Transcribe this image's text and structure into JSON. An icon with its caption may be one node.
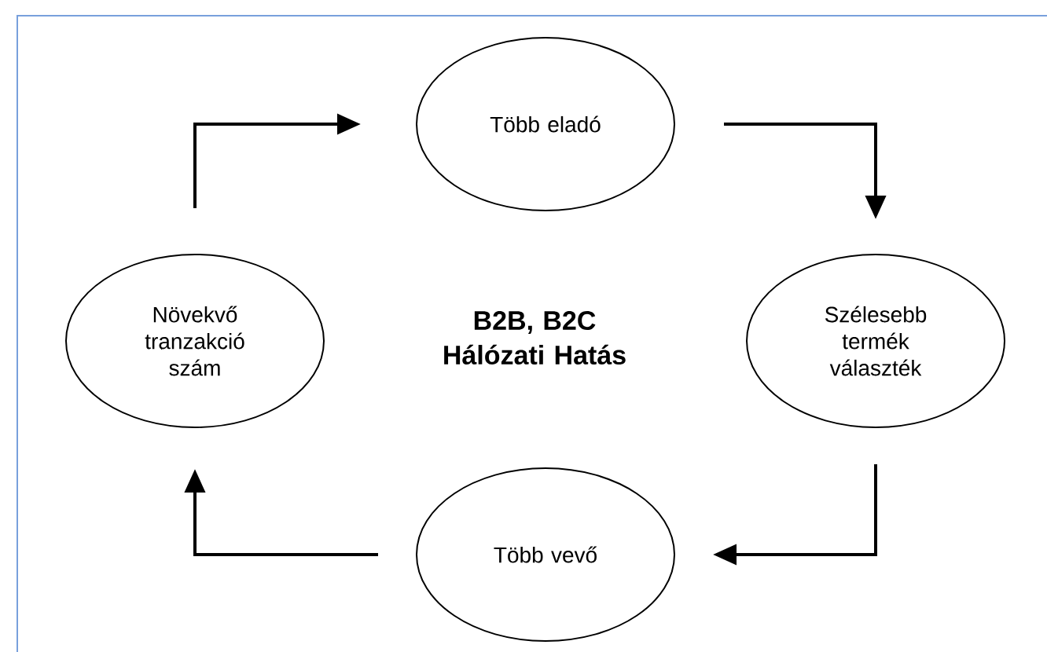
{
  "diagram": {
    "nodes": [
      {
        "text": [
          "Több eladó"
        ]
      },
      {
        "text": [
          "Szélesebb termék választék"
        ]
      },
      {
        "text": [
          "Több vevő"
        ]
      },
      {
        "text": [
          "Növekvő tranzakció szám"
        ]
      }
    ],
    "edges": [
      {
        "from": 0,
        "to": 1,
        "arrow": "to"
      },
      {
        "from": 1,
        "to": 2,
        "arrow": "to"
      },
      {
        "from": 2,
        "to": 3,
        "arrow": "to"
      },
      {
        "from": 3,
        "to": 0,
        "arrow": "to"
      }
    ],
    "labels": [
      "**B2B, B2C Hálózati Hatás**"
    ]
  }
}
